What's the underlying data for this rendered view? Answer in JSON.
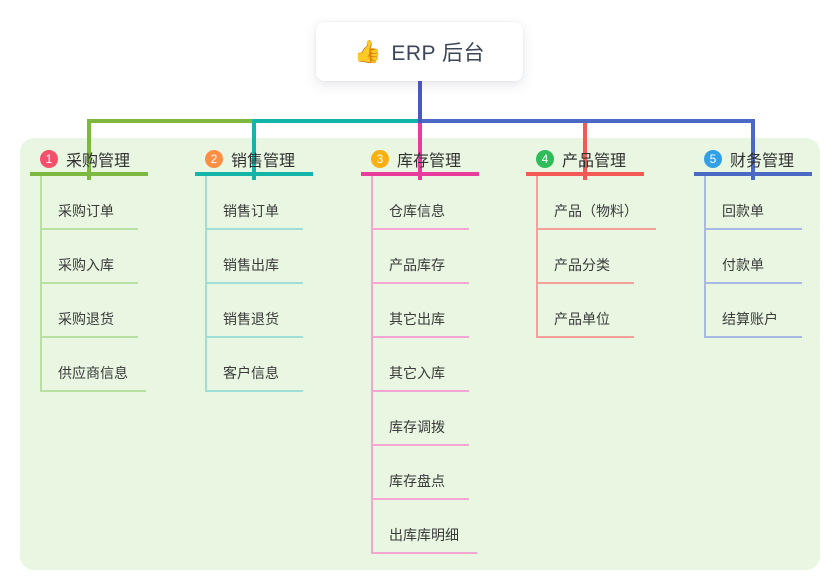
{
  "root": {
    "label": "ERP 后台",
    "icon": "thumbs-up-icon",
    "icon_glyph": "👍",
    "icon_color": "#f2b824"
  },
  "connector": {
    "root_line_color": "#4b58c3"
  },
  "canvas": {
    "panel_background": "#e8f6e2"
  },
  "branches": [
    {
      "index": "1",
      "title": "采购管理",
      "color": "#7cb93e",
      "light_color": "#b9dfa2",
      "badge_color": "#f4506b",
      "children": [
        "采购订单",
        "采购入库",
        "采购退货",
        "供应商信息"
      ]
    },
    {
      "index": "2",
      "title": "销售管理",
      "color": "#14b5a9",
      "light_color": "#9edfd8",
      "badge_color": "#fd8e43",
      "children": [
        "销售订单",
        "销售出库",
        "销售退货",
        "客户信息"
      ]
    },
    {
      "index": "3",
      "title": "库存管理",
      "color": "#e93a9d",
      "light_color": "#f5a6d0",
      "badge_color": "#f9b013",
      "children": [
        "仓库信息",
        "产品库存",
        "其它出库",
        "其它入库",
        "库存调拨",
        "库存盘点",
        "出库库明细"
      ]
    },
    {
      "index": "4",
      "title": "产品管理",
      "color": "#f25b55",
      "light_color": "#f5a09b",
      "badge_color": "#2ebd59",
      "children": [
        "产品（物料）",
        "产品分类",
        "产品单位"
      ]
    },
    {
      "index": "5",
      "title": "财务管理",
      "color": "#4c68c5",
      "light_color": "#a9b9e4",
      "badge_color": "#31a0e6",
      "children": [
        "回款单",
        "付款单",
        "结算账户"
      ]
    }
  ]
}
